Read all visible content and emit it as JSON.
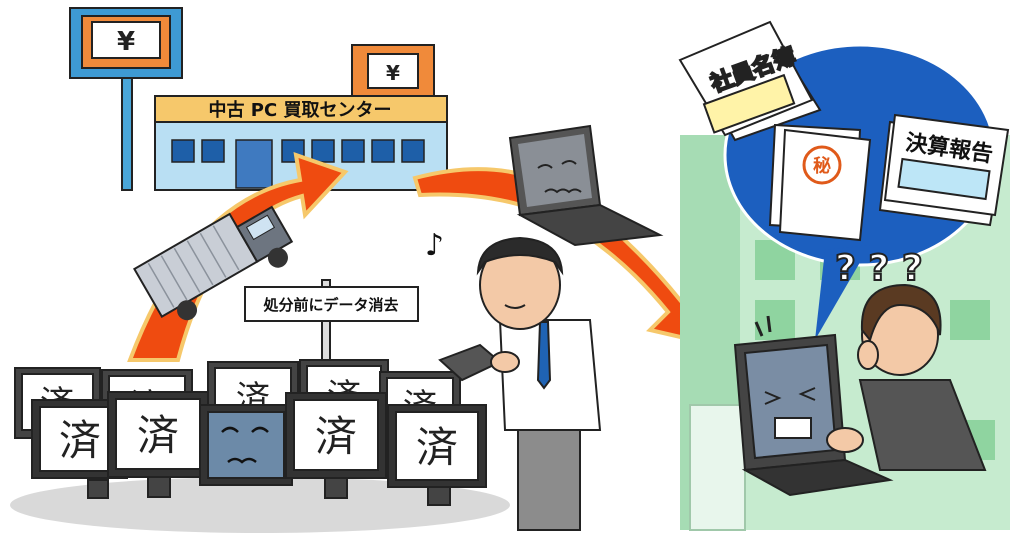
{
  "store": {
    "sign_symbol": "¥",
    "roof_symbol": "¥",
    "name": "中古 PC 買取センター"
  },
  "signpost": {
    "text": "処分前にデータ消去"
  },
  "monitors": {
    "done_label": "済"
  },
  "documents": {
    "employee_list": "社員名簿",
    "confidential_mark": "秘",
    "financial_report": "決算報告"
  },
  "speech": {
    "music_note": "♪",
    "question_marks": "? ? ?"
  }
}
